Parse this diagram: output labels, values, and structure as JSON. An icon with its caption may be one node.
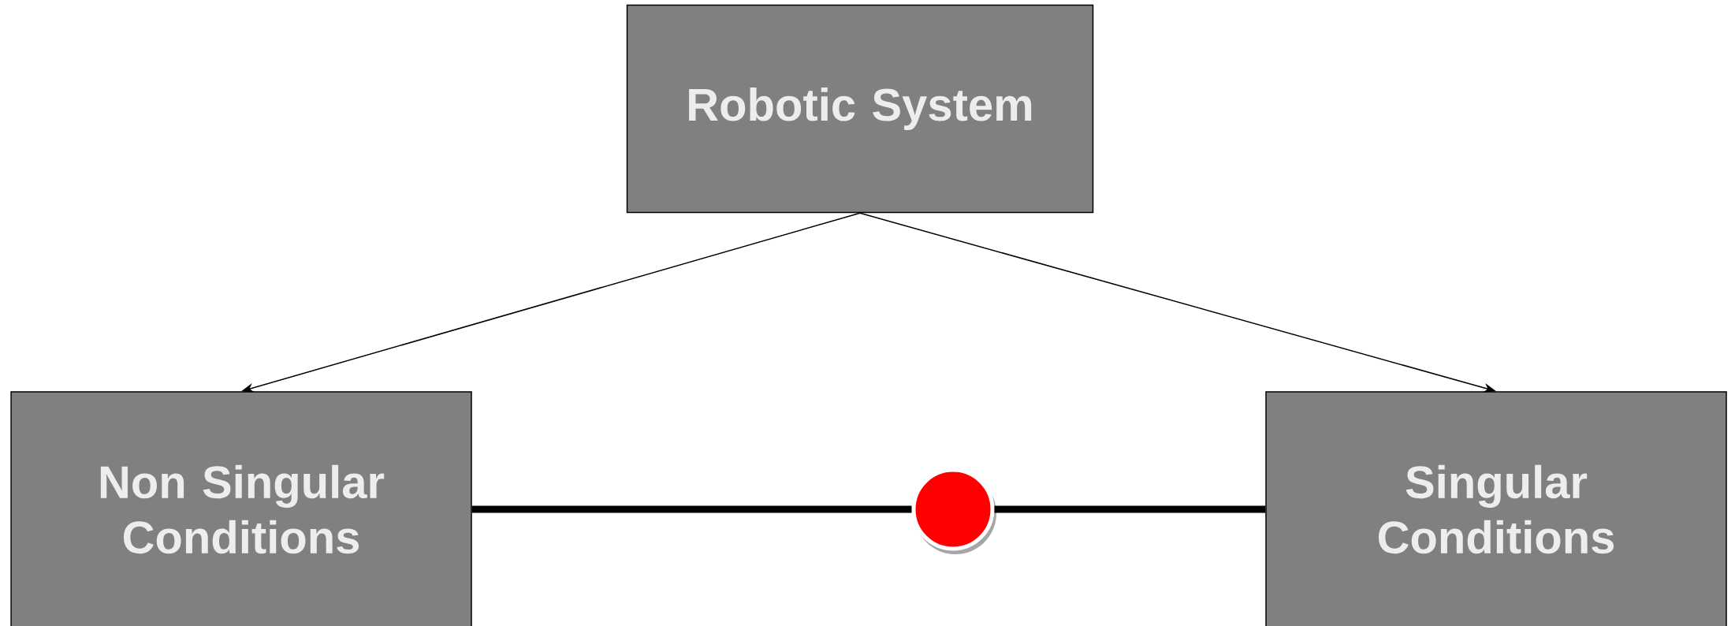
{
  "diagram": {
    "nodes": [
      {
        "text": [
          "Robotic System"
        ]
      },
      {
        "text": [
          "Non Singular Conditions"
        ]
      },
      {
        "text": [],
        "shape": "circle"
      },
      {
        "text": [
          "Singular Conditions"
        ]
      }
    ],
    "edges": [
      {
        "from": 0,
        "to": 1,
        "arrow": "to"
      },
      {
        "from": 0,
        "to": 3,
        "arrow": "to"
      },
      {
        "from": 1,
        "to": 2,
        "arrow": "none",
        "style": "thick"
      },
      {
        "from": 2,
        "to": 3,
        "arrow": "none",
        "style": "thick"
      }
    ]
  }
}
